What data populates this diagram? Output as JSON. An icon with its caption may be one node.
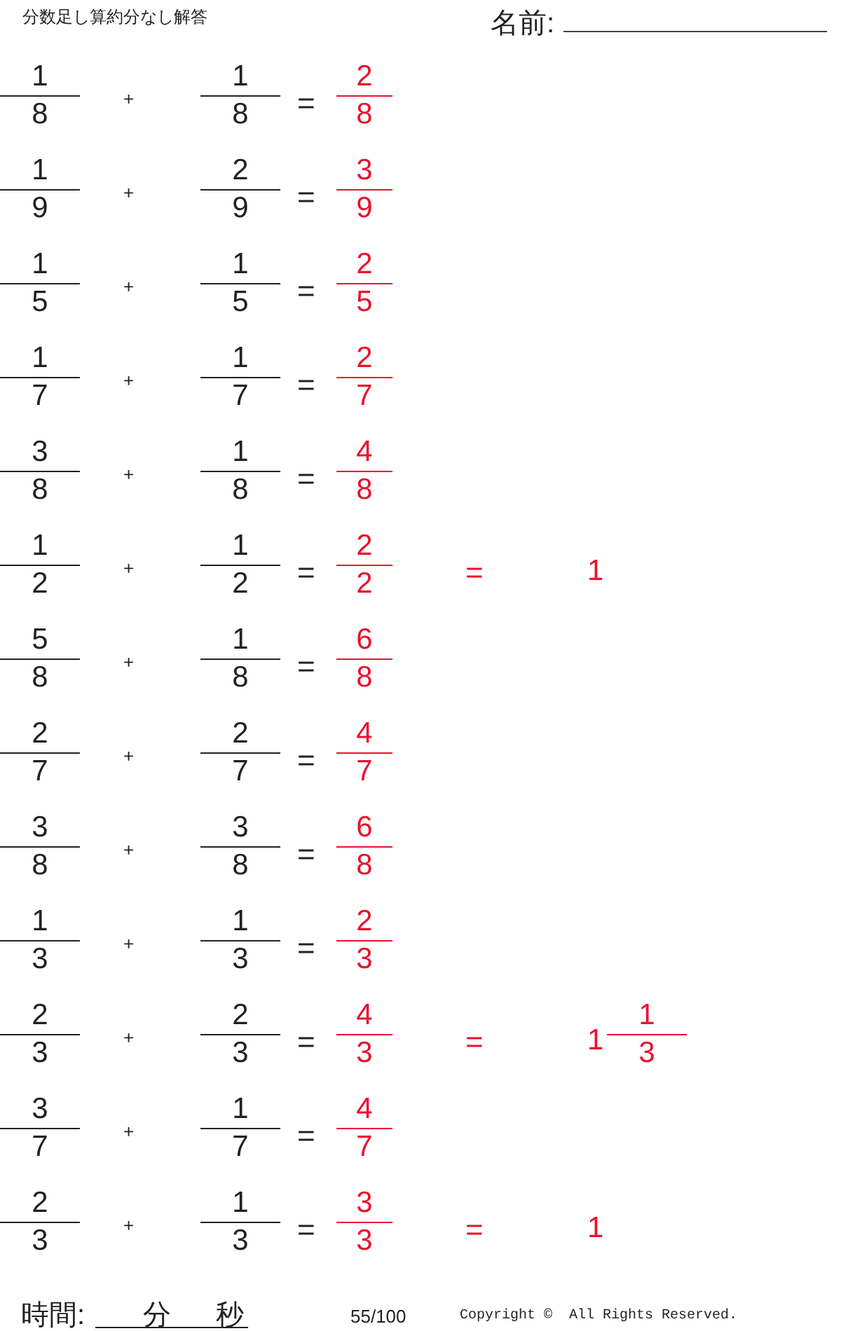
{
  "diagram": {
    "title": "分数足し算約分なし解答",
    "labels": [
      "名前:",
      "1",
      "8",
      "+",
      "1",
      "8",
      "=",
      "2",
      "8",
      "1",
      "9",
      "+",
      "2",
      "9",
      "=",
      "3",
      "9",
      "1",
      "5",
      "+",
      "1",
      "5",
      "=",
      "2",
      "5",
      "1",
      "7",
      "+",
      "1",
      "7",
      "=",
      "2",
      "7",
      "3",
      "8",
      "+",
      "1",
      "8",
      "=",
      "4",
      "8",
      "1",
      "2",
      "+",
      "1",
      "2",
      "=",
      "2",
      "2",
      "=",
      "1",
      "5",
      "8",
      "+",
      "1",
      "8",
      "=",
      "6",
      "8",
      "2",
      "7",
      "+",
      "2",
      "7",
      "=",
      "4",
      "7",
      "3",
      "8",
      "+",
      "3",
      "8",
      "=",
      "6",
      "8",
      "1",
      "3",
      "+",
      "1",
      "3",
      "=",
      "2",
      "3",
      "2",
      "3",
      "+",
      "2",
      "3",
      "=",
      "4",
      "3",
      "=",
      "1",
      "1",
      "3",
      "3",
      "7",
      "+",
      "1",
      "7",
      "=",
      "4",
      "7",
      "2",
      "3",
      "+",
      "1",
      "3",
      "=",
      "3",
      "3",
      "=",
      "1",
      "時間:",
      "分",
      "秒",
      "55/100",
      "Copyright ©  All Rights Reserved."
    ]
  }
}
